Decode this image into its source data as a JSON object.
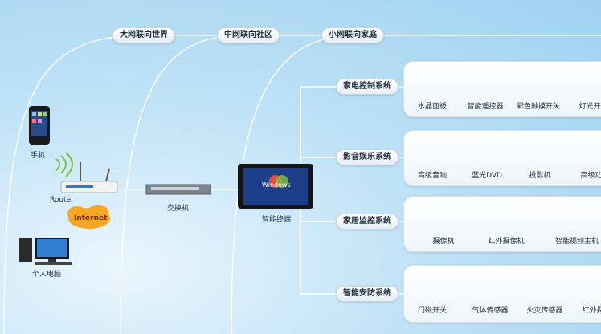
{
  "tiers": {
    "world": "大网联向世界",
    "community": "中网联向社区",
    "home": "小网联向家庭"
  },
  "nodes": {
    "phone": "手机",
    "router": "Router",
    "internet": "Internet",
    "pc": "个人电脑",
    "switch": "交换机",
    "terminal": "智能终端",
    "terminal_screen": "Windows"
  },
  "systems": [
    {
      "name": "家电控制系统",
      "items": [
        "水晶面板",
        "智能遥控器",
        "彩色触摸开关",
        "灯光开"
      ]
    },
    {
      "name": "影音娱乐系统",
      "items": [
        "高级音响",
        "蓝光DVD",
        "投影机",
        "高级功"
      ]
    },
    {
      "name": "家居监控系统",
      "items": [
        "摄像机",
        "红外摄像机",
        "智能视频主机"
      ]
    },
    {
      "name": "智能安防系统",
      "items": [
        "门磁开关",
        "气体传感器",
        "火灾传感器",
        "红外探"
      ]
    }
  ],
  "colors": {
    "accent_green": "#2f9e3a",
    "cloud": "#f5a623",
    "line": "#ffffff"
  }
}
